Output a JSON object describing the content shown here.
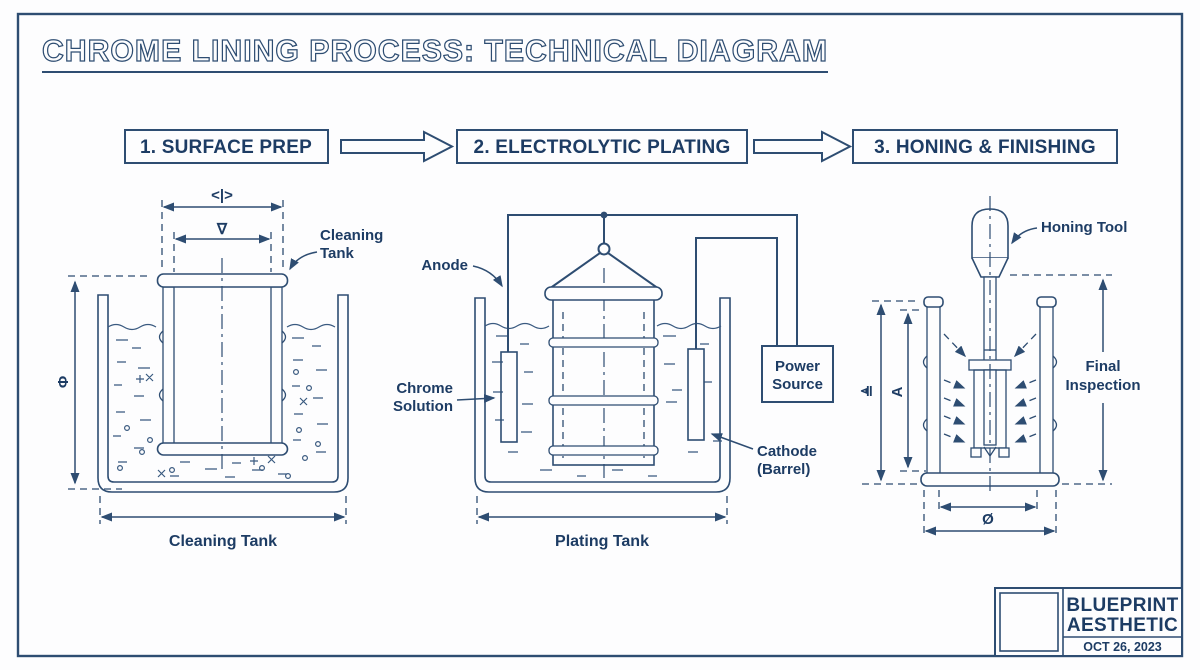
{
  "title": {
    "text": "CHROME LINING PROCESS: TECHNICAL DIAGRAM"
  },
  "colors": {
    "line": "#2e4d72",
    "text": "#1d3c64",
    "background": "#fdfdfe"
  },
  "stages": [
    {
      "label": "1. SURFACE PREP"
    },
    {
      "label": "2. ELECTROLYTIC PLATING"
    },
    {
      "label": "3. HONING & FINISHING"
    }
  ],
  "surface_prep": {
    "width_symbol": "<|>",
    "finish_symbol": "∇",
    "diameter_symbol": "Φ",
    "tank_callout_line1": "Cleaning",
    "tank_callout_line2": "Tank",
    "bottom_label": "Cleaning Tank"
  },
  "electrolytic_plating": {
    "anode_label": "Anode",
    "solution_label_line1": "Chrome",
    "solution_label_line2": "Solution",
    "cathode_label_line1": "Cathode",
    "cathode_label_line2": "(Barrel)",
    "power_label_line1": "Power",
    "power_label_line2": "Source",
    "bottom_label": "Plating Tank"
  },
  "honing_finishing": {
    "tool_label": "Honing Tool",
    "inspection_label_line1": "Final",
    "inspection_label_line2": "Inspection",
    "datum_symbol": "≜",
    "height_symbol": "A",
    "diameter_symbol": "Ø"
  },
  "title_block": {
    "brand_line1": "BLUEPRINT",
    "brand_line2": "AESTHETIC",
    "date": "OCT 26, 2023"
  }
}
